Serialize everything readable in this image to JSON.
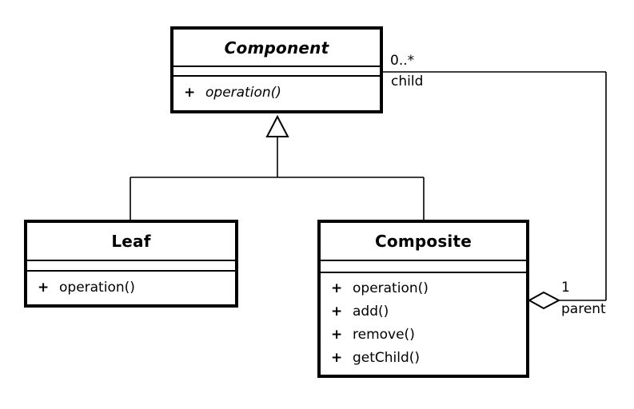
{
  "diagram": {
    "classes": [
      {
        "name": "Component",
        "abstract": true,
        "attributes": [],
        "methods": [
          {
            "visibility": "+",
            "name": "operation()"
          }
        ]
      },
      {
        "name": "Leaf",
        "abstract": false,
        "attributes": [],
        "methods": [
          {
            "visibility": "+",
            "name": "operation()"
          }
        ]
      },
      {
        "name": "Composite",
        "abstract": false,
        "attributes": [],
        "methods": [
          {
            "visibility": "+",
            "name": "operation()"
          },
          {
            "visibility": "+",
            "name": "add()"
          },
          {
            "visibility": "+",
            "name": "remove()"
          },
          {
            "visibility": "+",
            "name": "getChild()"
          }
        ]
      }
    ],
    "edges": {
      "generalization": {
        "type": "inheritance",
        "children": [
          "Leaf",
          "Composite"
        ],
        "parent": "Component"
      },
      "aggregation": {
        "type": "aggregation",
        "from": "Composite",
        "to": "Component",
        "child_multiplicity": "0..*",
        "child_role": "child",
        "parent_multiplicity": "1",
        "parent_role": "parent"
      }
    },
    "colors": {
      "line": "#000000",
      "fill": "#ffffff"
    }
  }
}
